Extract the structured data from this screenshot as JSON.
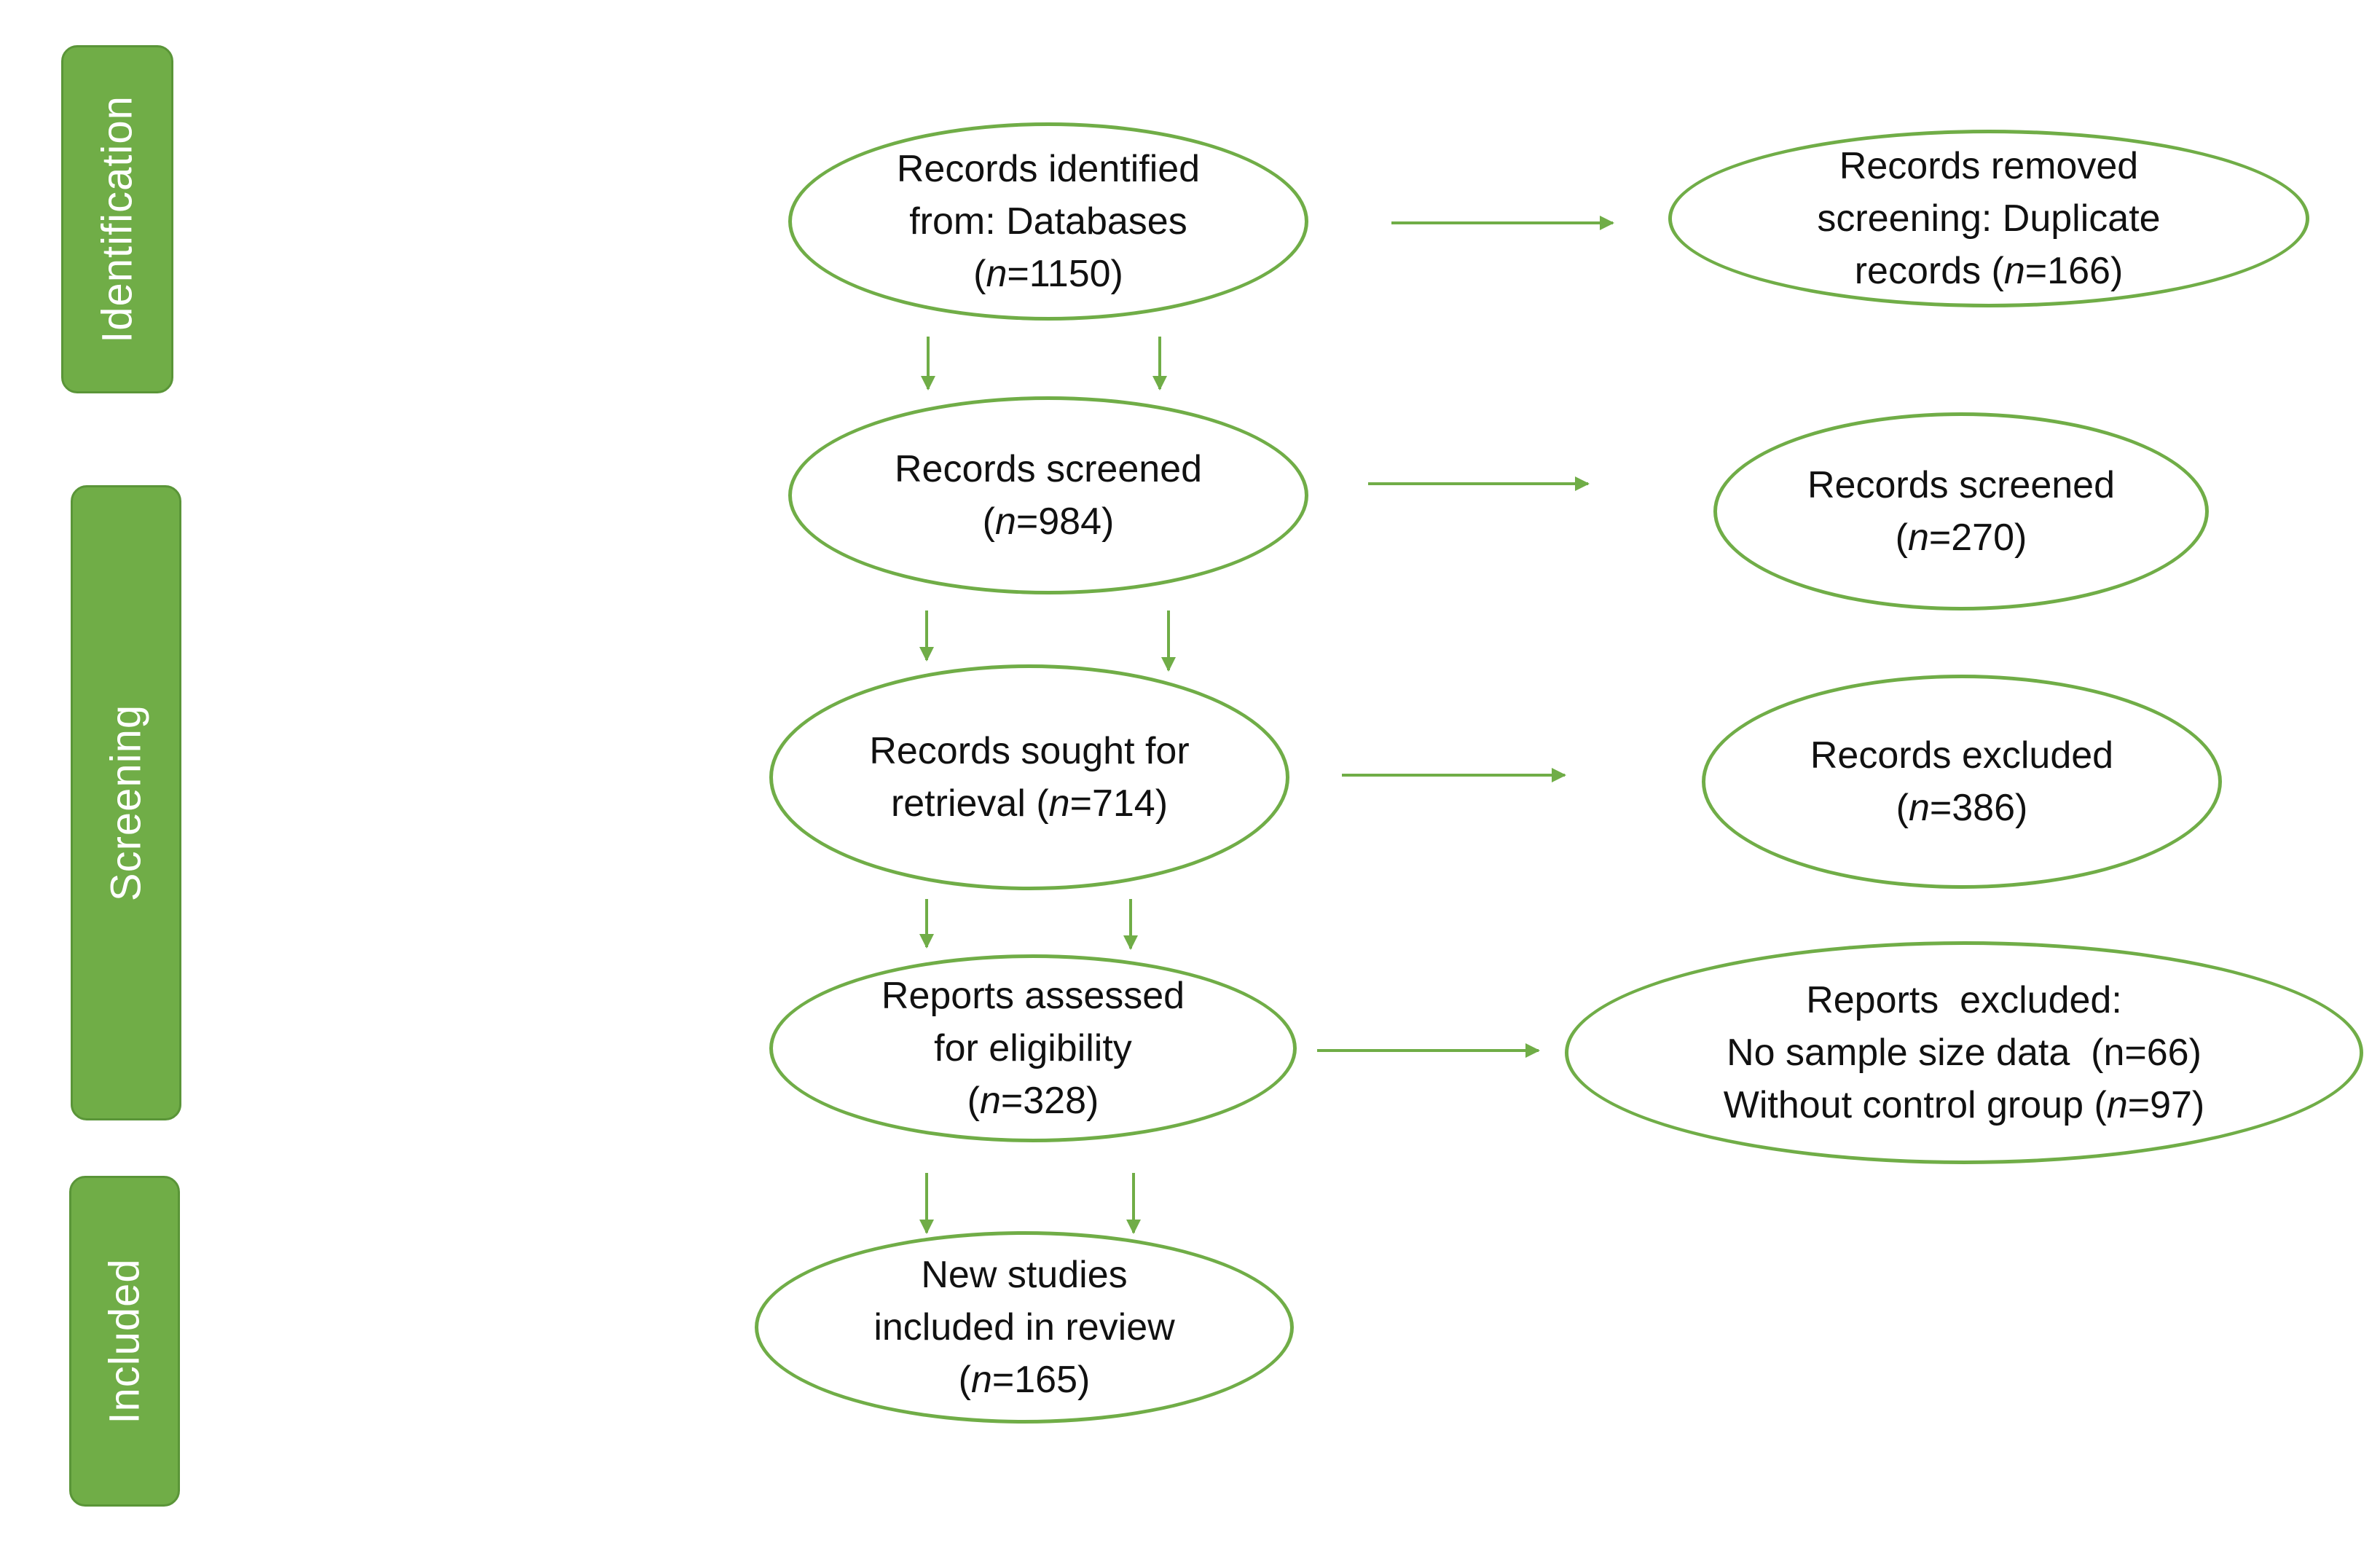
{
  "phases": {
    "identification": "Identification",
    "screening": "Screening",
    "included": "Included"
  },
  "nodes": {
    "records_identified": {
      "lines": [
        "Records identified",
        "from: Databases"
      ],
      "n_label": "n",
      "n_value": "=1150",
      "n_prefix": "",
      "n_suffix": ""
    },
    "records_removed": {
      "lines": [
        "Records removed",
        "screening: Duplicate"
      ],
      "n_prefix": "records (",
      "n_label": "n",
      "n_value": "=166",
      "n_suffix": ")"
    },
    "records_screened": {
      "lines": [
        "Records screened"
      ],
      "n_prefix": "(",
      "n_label": "n",
      "n_value": "=984",
      "n_suffix": ")"
    },
    "records_screened_side": {
      "lines": [
        "Records screened"
      ],
      "n_prefix": "(",
      "n_label": "n",
      "n_value": "=270",
      "n_suffix": ")"
    },
    "records_sought": {
      "lines": [
        "Records sought for"
      ],
      "n_prefix": "retrieval (",
      "n_label": "n",
      "n_value": "=714",
      "n_suffix": ")"
    },
    "records_excluded": {
      "lines": [
        "Records excluded"
      ],
      "n_prefix": "(",
      "n_label": "n",
      "n_value": "=386",
      "n_suffix": ")"
    },
    "reports_assessed": {
      "lines": [
        "Reports assessed",
        "for eligibility"
      ],
      "n_prefix": "(",
      "n_label": "n",
      "n_value": "=328",
      "n_suffix": ")"
    },
    "reports_excluded": {
      "lines": [
        "Reports  excluded:",
        "No sample size data  (n=66)"
      ],
      "n_prefix": "Without control group (",
      "n_label": "n",
      "n_value": "=97",
      "n_suffix": ")"
    },
    "new_studies": {
      "lines": [
        "New studies",
        "included in review"
      ],
      "n_prefix": "(",
      "n_label": "n",
      "n_value": "=165",
      "n_suffix": ")"
    }
  },
  "colors": {
    "accent": "#70ad47",
    "phase_fill": "#70ad47",
    "text": "#111111"
  }
}
